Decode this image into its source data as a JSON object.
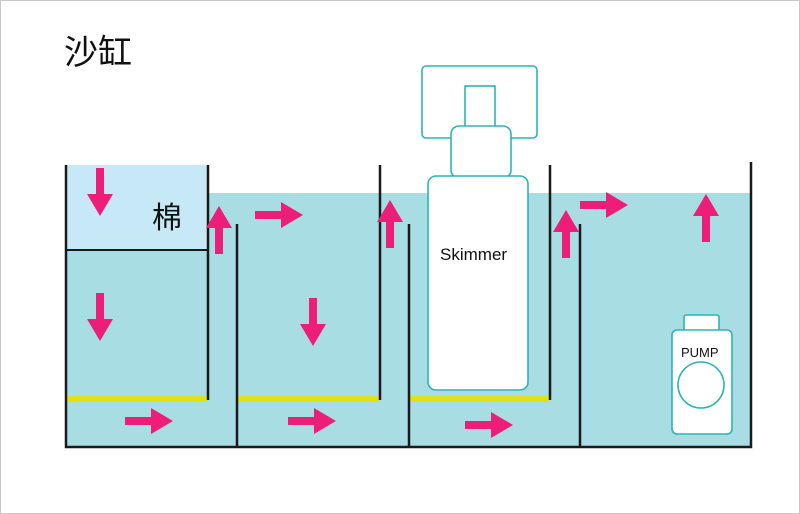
{
  "title": "沙缸",
  "labels": {
    "sponge": "棉",
    "skimmer": "Skimmer",
    "pump": "PUMP"
  },
  "colors": {
    "water": "#a8dde4",
    "sponge_zone": "#c7e9f7",
    "wall": "#1a1a1a",
    "filter_bar": "#dde21a",
    "arrow": "#ec1e79",
    "equipment_outline": "#2ab5b5",
    "equipment_fill": "#ffffff",
    "frame": "#c8c8c8"
  },
  "icons": {
    "flow_arrow": "arrow-icon",
    "skimmer": "skimmer-icon",
    "pump": "pump-icon"
  }
}
